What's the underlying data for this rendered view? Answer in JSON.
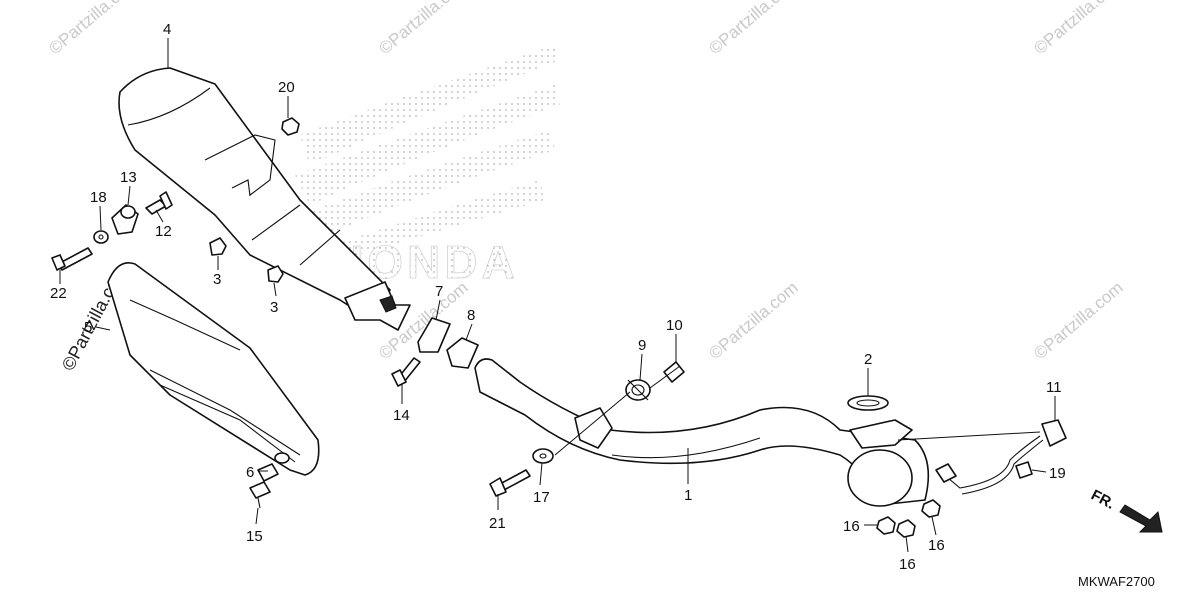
{
  "diagram_code": "MKWAF2700",
  "direction_indicator": "FR.",
  "watermark": "©Partzilla.com",
  "brand_watermark": "HONDA",
  "callouts": [
    "4",
    "20",
    "13",
    "18",
    "12",
    "3",
    "3",
    "22",
    "5",
    "7",
    "8",
    "10",
    "9",
    "2",
    "11",
    "14",
    "6",
    "15",
    "21",
    "17",
    "1",
    "16",
    "16",
    "16",
    "19"
  ]
}
